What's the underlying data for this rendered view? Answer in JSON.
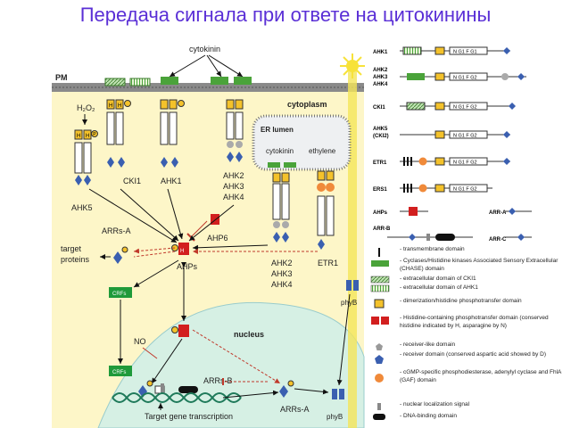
{
  "title": "Передача сигнала при ответе на цитокинины",
  "diagram": {
    "pm": "PM",
    "cytokinin_top": "cytokinin",
    "cytoplasm": "cytoplasm",
    "er_lumen": "ER lumen",
    "cytokinin_er": "cytokinin",
    "ethylene": "ethylene",
    "h2o2": "H₂O₂",
    "ahk5": "AHK5",
    "cki1": "CKI1",
    "ahk1": "AHK1",
    "ahk234_top": [
      "AHK2",
      "AHK3",
      "AHK4"
    ],
    "ahk234_er": [
      "AHK2",
      "AHK3",
      "AHK4"
    ],
    "etr1": "ETR1",
    "ahp6": "AHP6",
    "ahps": "AHPs",
    "arrs_a_top": "ARRs-A",
    "target_proteins": [
      "target",
      "proteins"
    ],
    "crfs": "CRFs",
    "no": "NO",
    "nucleus": "nucleus",
    "arrs_b": "ARRs-B",
    "target_gene": "Target gene transcription",
    "arrs_a_bottom": "ARRs-A",
    "phyb_top": "phyB",
    "phyb_bottom": "phyB",
    "labels": {
      "H": "H",
      "P": "P",
      "D": "D"
    }
  },
  "legend": {
    "domain_rows": [
      {
        "name": "AHK1",
        "box": "N G1 F G1"
      },
      {
        "name": "AHK2\nAHK3\nAHK4",
        "box": "N G1 F G2"
      },
      {
        "name": "CKI1",
        "box": "N G1 F G2"
      },
      {
        "name": "AHK5\n(CKI2)",
        "box": "N G1 F G2"
      },
      {
        "name": "ETR1",
        "box": "N G1 F G2"
      },
      {
        "name": "ERS1",
        "box": "N G1 F G2"
      }
    ],
    "ahps": "AHPs",
    "arr_a": "ARR-A",
    "arr_b": "ARR-B",
    "arr_c": "ARR-C",
    "items": [
      "transmembrane domain",
      "Cyclases/Histidine kinases Associated Sensory Extracellular (CHASE) domain",
      "extracellular domain of CKI1",
      "extracellular domain of AHK1",
      "dimerization/histidine phosphotransfer domain",
      "Histidine-containing phosphotransfer domain (conserved histidine indicated by H, asparagine by N)",
      "receiver-like domain",
      "receiver domain (conserved aspartic acid showed by D)",
      "cGMP-specific phosphodiesterase, adenylyl cyclase and FhlA (GAF) domain",
      "nuclear localization signal",
      "DNA-binding domain"
    ]
  },
  "colors": {
    "title": "#5a2fd6",
    "cell": "#fdf6c8",
    "nucleus": "#d6f0e4",
    "membrane": "#7a7a7a",
    "chase": "#4aa33a",
    "hdomain": "#f4c22b",
    "receiver": "#3a5fb0",
    "ahp": "#d21f1f",
    "crf": "#1f9a3a",
    "gaf": "#f08a3a"
  }
}
